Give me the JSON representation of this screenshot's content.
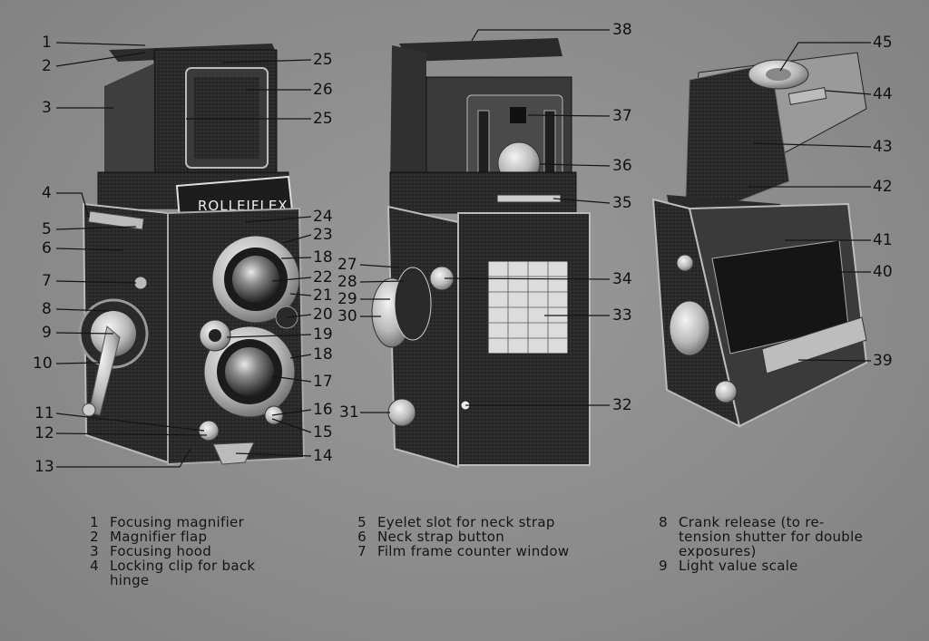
{
  "callouts": [
    "1",
    "2",
    "3",
    "4",
    "5",
    "6",
    "7",
    "8",
    "9",
    "10",
    "11",
    "12",
    "13",
    "14",
    "15",
    "16",
    "17",
    "18",
    "19",
    "20",
    "21",
    "22",
    "23",
    "24",
    "25",
    "26",
    "27",
    "28",
    "29",
    "30",
    "31",
    "32",
    "33",
    "34",
    "35",
    "36",
    "37",
    "38",
    "39",
    "40",
    "41",
    "42",
    "43",
    "44",
    "45"
  ],
  "brand": "ROLLEIFLEX",
  "legend": {
    "col1": [
      {
        "n": "1",
        "text": "Focusing magnifier"
      },
      {
        "n": "2",
        "text": "Magnifier flap"
      },
      {
        "n": "3",
        "text": "Focusing hood"
      },
      {
        "n": "4",
        "text": "Locking clip for back hinge"
      }
    ],
    "col2": [
      {
        "n": "5",
        "text": "Eyelet slot for neck strap"
      },
      {
        "n": "6",
        "text": "Neck strap button"
      },
      {
        "n": "7",
        "text": "Film frame counter window"
      }
    ],
    "col3": [
      {
        "n": "8",
        "text": "Crank release (to re-tension shutter for double exposures)"
      },
      {
        "n": "9",
        "text": "Light value scale"
      }
    ]
  }
}
